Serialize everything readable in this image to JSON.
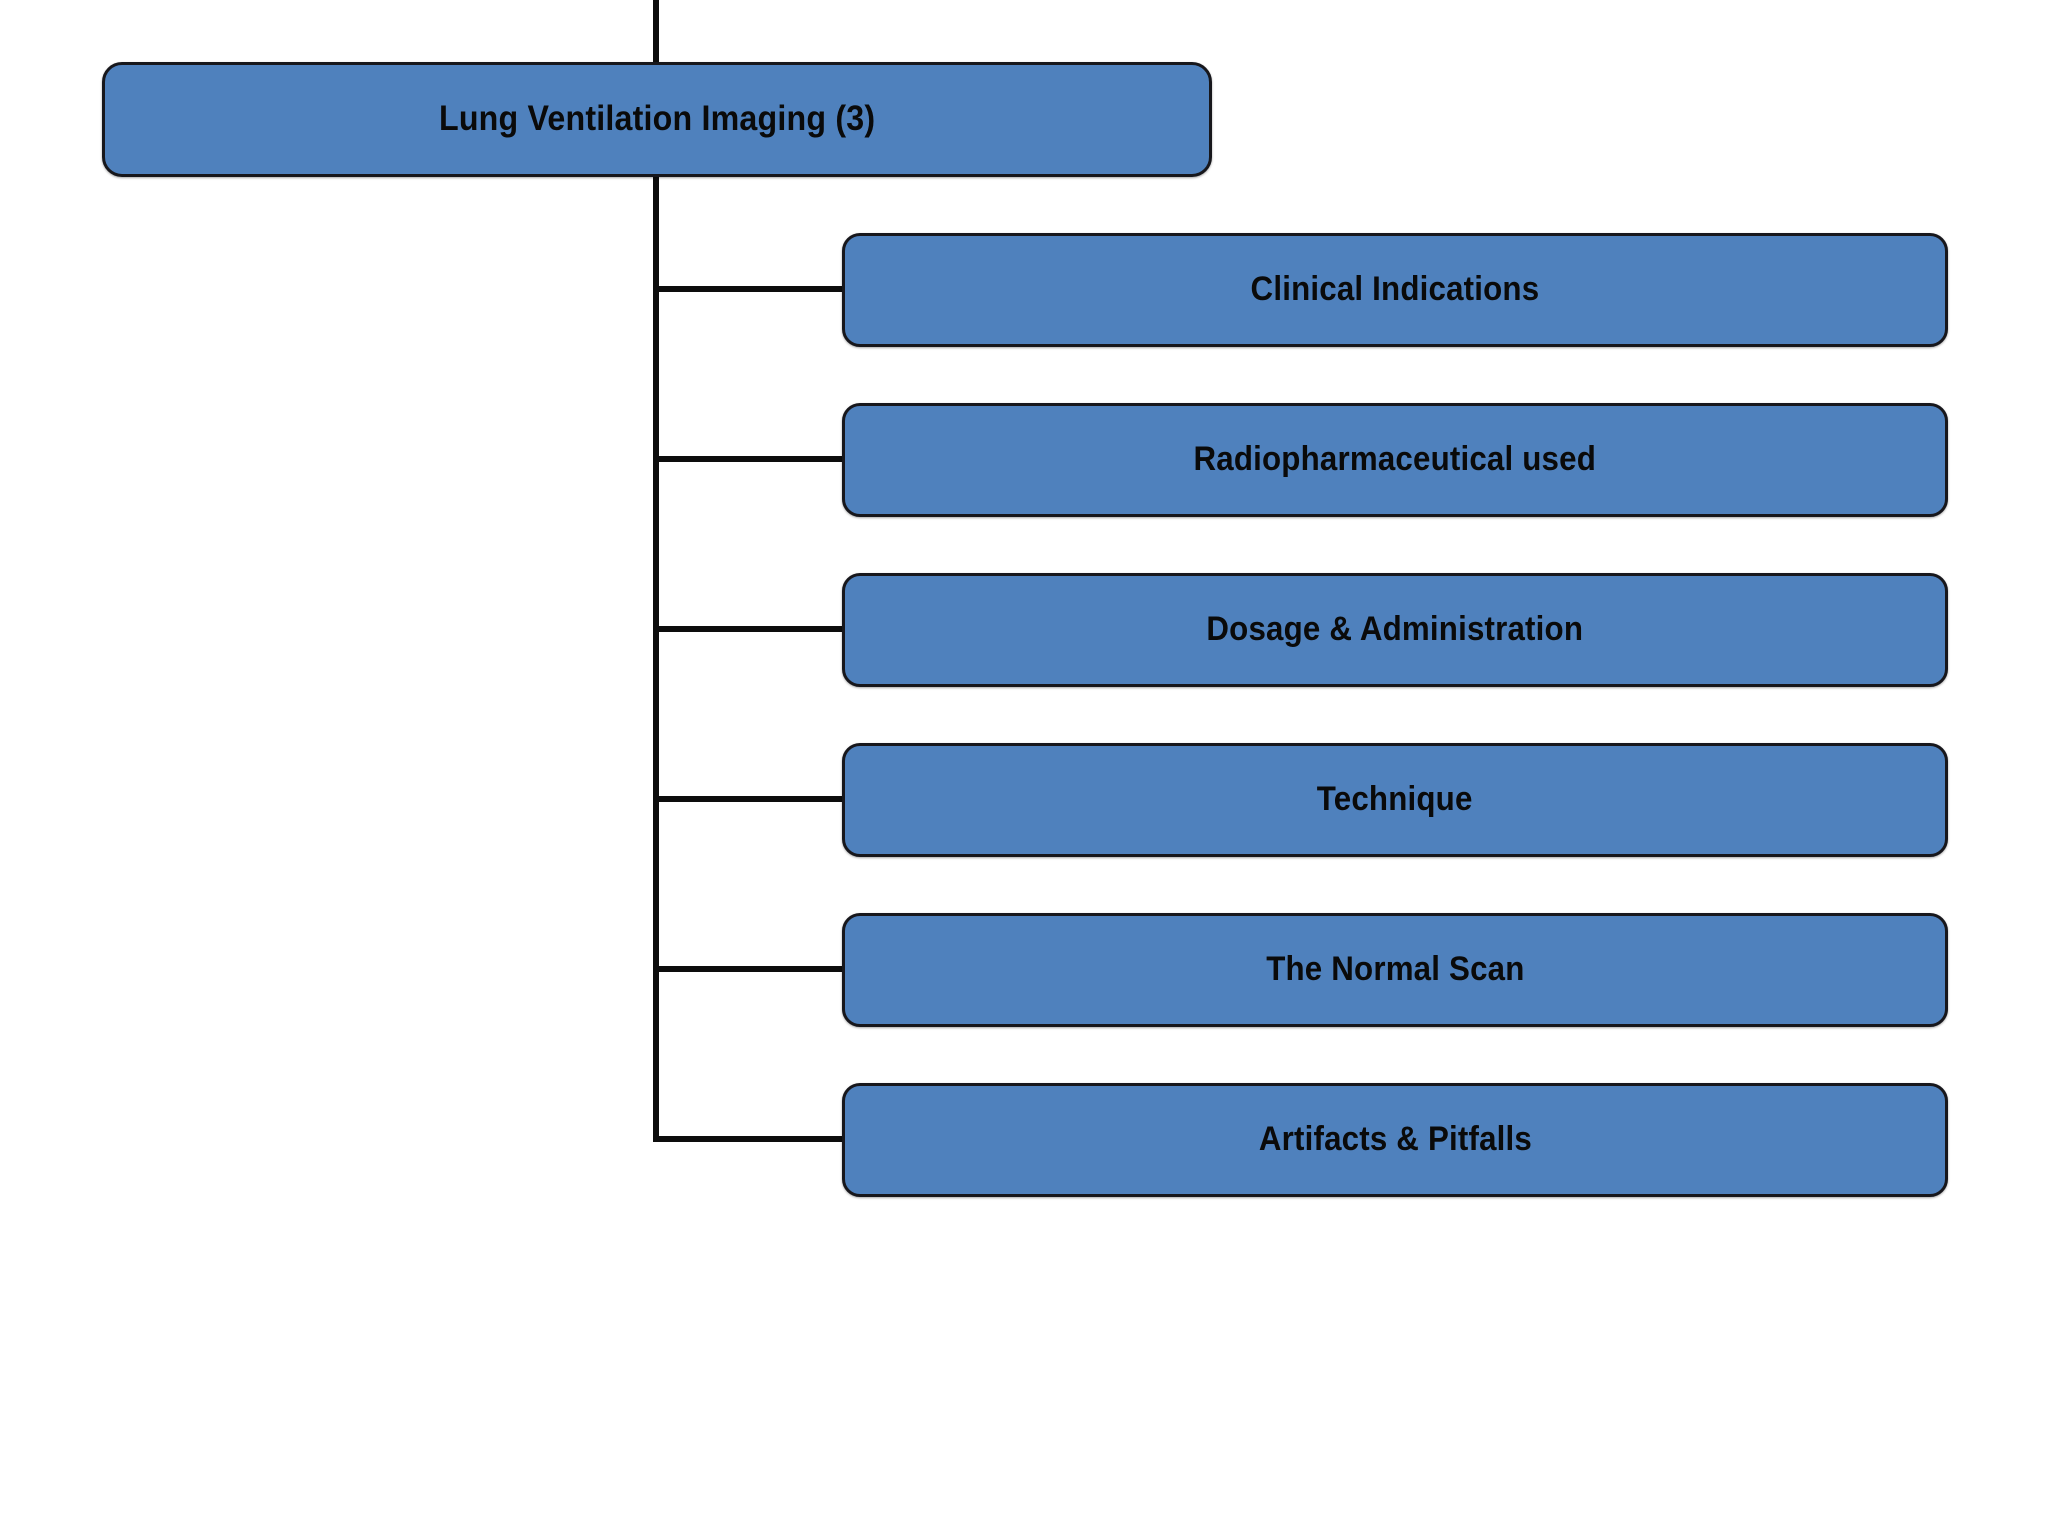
{
  "diagram": {
    "type": "mind-map",
    "orientation": "left-root-right-children",
    "background_color": "#FFFFFF",
    "node_fill_color": "#4F81BD",
    "node_border_color": "#17171C",
    "connector_color": "#0D0D0D",
    "text_color": "#0A0A0A",
    "root": {
      "label": "Lung Ventilation Imaging (3)",
      "child_count": 6
    },
    "children": [
      {
        "label": "Clinical Indications"
      },
      {
        "label": "Radiopharmaceutical used"
      },
      {
        "label": "Dosage & Administration"
      },
      {
        "label": "Technique"
      },
      {
        "label": "The Normal Scan"
      },
      {
        "label": "Artifacts & Pitfalls"
      }
    ]
  }
}
